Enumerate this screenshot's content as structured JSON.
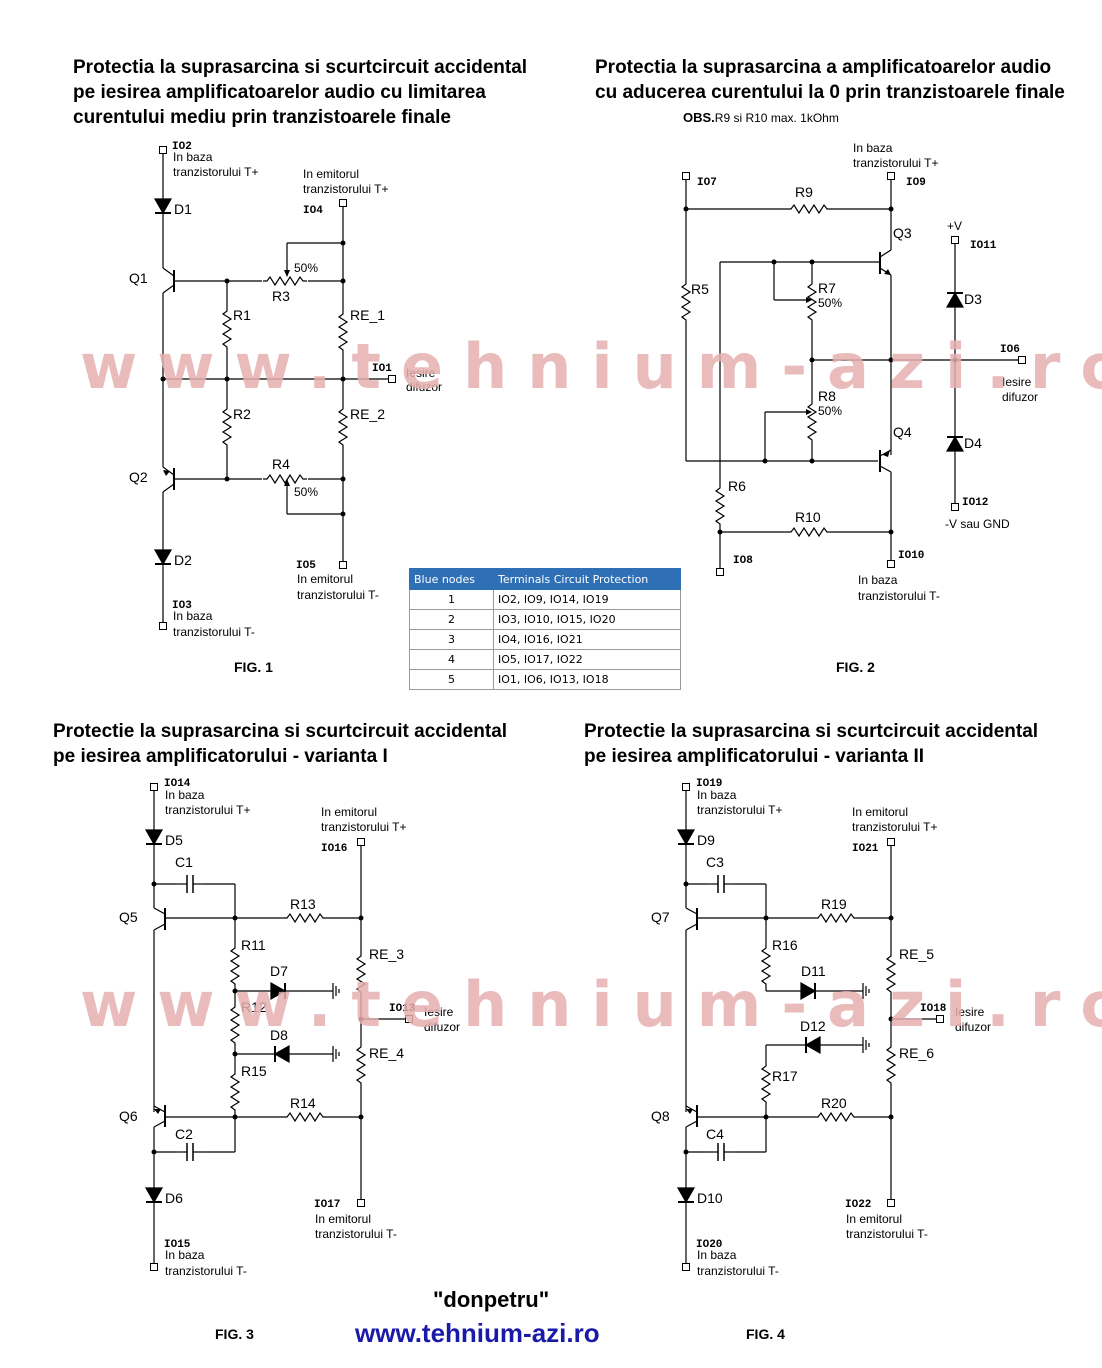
{
  "watermark": "www.tehnium-azi.ro",
  "fig1": {
    "title": [
      "Protectia la suprasarcina si scurtcircuit accidental",
      "pe iesirea amplificatoarelor audio cu limitarea",
      "curentului mediu prin tranzistoarele finale"
    ],
    "caption": "FIG. 1",
    "nodes": {
      "IO2": "IO2",
      "IO4": "IO4",
      "IO1": "IO1",
      "IO5": "IO5",
      "IO3": "IO3"
    },
    "labels": {
      "base_plus_1": "In baza",
      "base_plus_2": "tranzistorului T+",
      "emit_plus_1": "In emitorul",
      "emit_plus_2": "tranzistorului T+",
      "out_1": "Iesire",
      "out_2": "difuzor",
      "emit_minus_1": "In emitorul",
      "emit_minus_2": "tranzistorului T-",
      "base_minus_1": "In baza",
      "base_minus_2": "tranzistorului T-"
    },
    "parts": {
      "D1": "D1",
      "D2": "D2",
      "Q1": "Q1",
      "Q2": "Q2",
      "R1": "R1",
      "R2": "R2",
      "R3": "R3",
      "R4": "R4",
      "RE_1": "RE_1",
      "RE_2": "RE_2",
      "pct3": "50%",
      "pct4": "50%"
    }
  },
  "fig2": {
    "title": [
      "Protectia la suprasarcina a amplificatoarelor audio",
      "cu aducerea curentului la 0 prin tranzistoarele finale"
    ],
    "obs_label": "OBS.",
    "obs_text": "R9 si R10 max. 1kOhm",
    "caption": "FIG. 2",
    "nodes": {
      "IO7": "IO7",
      "IO9": "IO9",
      "IO11": "IO11",
      "IO6": "IO6",
      "IO12": "IO12",
      "IO8": "IO8",
      "IO10": "IO10"
    },
    "labels": {
      "base_plus_1": "In baza",
      "base_plus_2": "tranzistorului T+",
      "vplus": "+V",
      "out_1": "Iesire",
      "out_2": "difuzor",
      "vminus": "-V sau GND",
      "base_minus_1": "In baza",
      "base_minus_2": "tranzistorului T-"
    },
    "parts": {
      "R9": "R9",
      "R5": "R5",
      "R7": "R7",
      "R8": "R8",
      "R6": "R6",
      "R10": "R10",
      "Q3": "Q3",
      "Q4": "Q4",
      "D3": "D3",
      "D4": "D4",
      "pct7": "50%",
      "pct8": "50%"
    }
  },
  "table": {
    "headers": [
      "Blue nodes",
      "Terminals Circuit Protection"
    ],
    "rows": [
      [
        "1",
        "IO2, IO9, IO14, IO19"
      ],
      [
        "2",
        "IO3, IO10, IO15, IO20"
      ],
      [
        "3",
        "IO4, IO16, IO21"
      ],
      [
        "4",
        "IO5, IO17, IO22"
      ],
      [
        "5",
        "IO1, IO6, IO13, IO18"
      ]
    ]
  },
  "fig3": {
    "title": [
      "Protectie la suprasarcina si scurtcircuit accidental",
      "pe iesirea amplificatorului - varianta I"
    ],
    "caption": "FIG. 3",
    "nodes": {
      "IO14": "IO14",
      "IO16": "IO16",
      "IO13": "IO13",
      "IO17": "IO17",
      "IO15": "IO15"
    },
    "labels": {
      "base_plus_1": "In baza",
      "base_plus_2": "tranzistorului T+",
      "emit_plus_1": "In emitorul",
      "emit_plus_2": "tranzistorului T+",
      "out_1": "Iesire",
      "out_2": "difuzor",
      "emit_minus_1": "In emitorul",
      "emit_minus_2": "tranzistorului T-",
      "base_minus_1": "In baza",
      "base_minus_2": "tranzistorului T-"
    },
    "parts": {
      "D5": "D5",
      "D6": "D6",
      "D7": "D7",
      "D8": "D8",
      "C1": "C1",
      "C2": "C2",
      "Q5": "Q5",
      "Q6": "Q6",
      "R11": "R11",
      "R12": "R12",
      "R13": "R13",
      "R14": "R14",
      "R15": "R15",
      "RE_3": "RE_3",
      "RE_4": "RE_4"
    }
  },
  "fig4": {
    "title": [
      "Protectie la suprasarcina si scurtcircuit accidental",
      "pe iesirea amplificatorului - varianta II"
    ],
    "caption": "FIG. 4",
    "nodes": {
      "IO19": "IO19",
      "IO21": "IO21",
      "IO18": "IO18",
      "IO22": "IO22",
      "IO20": "IO20"
    },
    "labels": {
      "base_plus_1": "In baza",
      "base_plus_2": "tranzistorului T+",
      "emit_plus_1": "In emitorul",
      "emit_plus_2": "tranzistorului T+",
      "out_1": "Iesire",
      "out_2": "difuzor",
      "emit_minus_1": "In emitorul",
      "emit_minus_2": "tranzistorului T-",
      "base_minus_1": "In baza",
      "base_minus_2": "tranzistorului T-"
    },
    "parts": {
      "D9": "D9",
      "D10": "D10",
      "D11": "D11",
      "D12": "D12",
      "C3": "C3",
      "C4": "C4",
      "Q7": "Q7",
      "Q8": "Q8",
      "R16": "R16",
      "R17": "R17",
      "R19": "R19",
      "R20": "R20",
      "RE_5": "RE_5",
      "RE_6": "RE_6"
    }
  },
  "footer": {
    "author": "\"donpetru\"",
    "site": "www.tehnium-azi.ro"
  }
}
